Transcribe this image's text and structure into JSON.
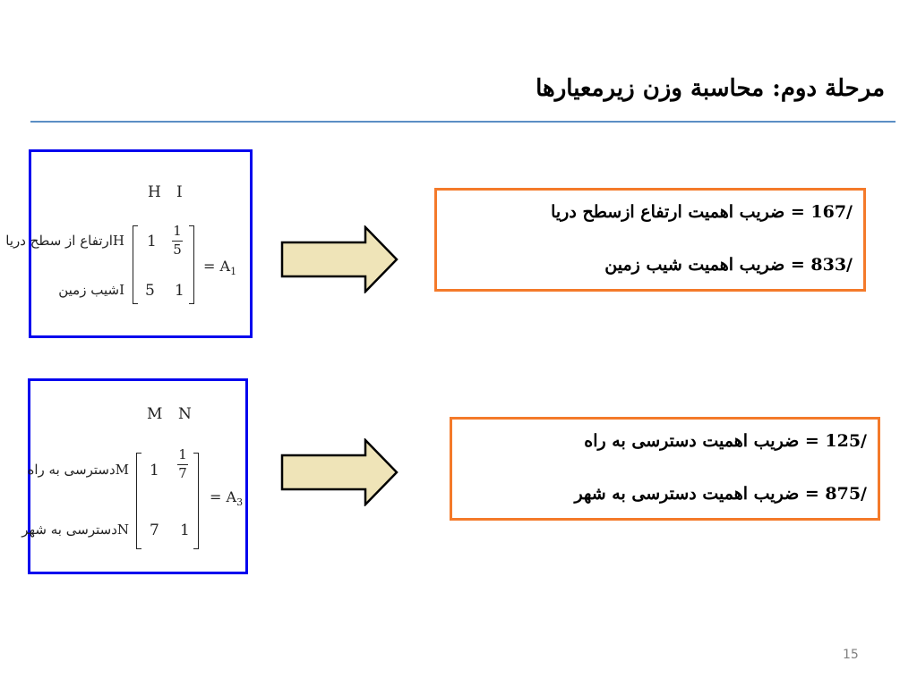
{
  "title": "مرحلة دوم: محاسبة وزن زیرمعیارها",
  "matrix1": {
    "col_headers": [
      "H",
      "I"
    ],
    "row_labels": [
      "Hارتفاع از سطح دريا",
      "Iشيب زمين"
    ],
    "cells": [
      [
        "1",
        {
          "num": "1",
          "den": "5"
        }
      ],
      [
        "5",
        "1"
      ]
    ],
    "name": "A",
    "name_sub": "1"
  },
  "matrix2": {
    "col_headers": [
      "M",
      "N"
    ],
    "row_labels": [
      "Mدسترسی به راه",
      "Nدسترسی به شهر"
    ],
    "cells": [
      [
        "1",
        {
          "num": "1",
          "den": "7"
        }
      ],
      [
        "7",
        "1"
      ]
    ],
    "name": "A",
    "name_sub": "3"
  },
  "results1": [
    "/167 = ضریب اهمیت ارتفاع ازسطح دریا",
    "/833 = ضریب اهمیت شیب زمین"
  ],
  "results2": [
    "/125 = ضریب اهمیت دسترسی به راه",
    "/875 = ضریب اهمیت دسترسی به شهر"
  ],
  "page_number": "15",
  "colors": {
    "matrix_border": "#0000ee",
    "result_border": "#f47a2a",
    "arrow_fill": "#efe4b8",
    "rule": "#5b8ec4"
  }
}
